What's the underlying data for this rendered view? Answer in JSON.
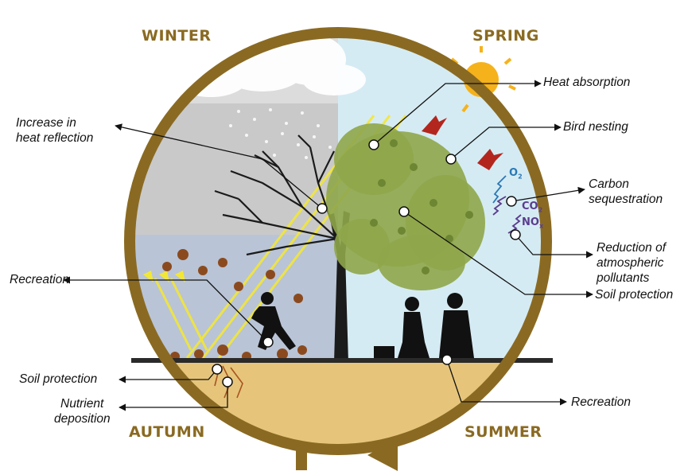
{
  "seasons": {
    "winter": "WINTER",
    "spring": "SPRING",
    "autumn": "AUTUMN",
    "summer": "SUMMER"
  },
  "labels": {
    "heat_absorption": "Heat absorption",
    "increase_reflection_1": "Increase in",
    "increase_reflection_2": "heat reflection",
    "bird_nesting": "Bird nesting",
    "carbon_seq_1": "Carbon",
    "carbon_seq_2": "sequestration",
    "reduction_1": "Reduction of",
    "reduction_2": "atmospheric",
    "reduction_3": "pollutants",
    "recreation_left": "Recreation",
    "soil_protection_right": "Soil protection",
    "soil_protection_left": "Soil protection",
    "nutrient_1": "Nutrient",
    "nutrient_2": "deposition",
    "recreation_right": "Recreation"
  },
  "gases": {
    "o2": "O",
    "o2_sub": "2",
    "co2": "CO",
    "co2_sub": "2",
    "nox": "NO",
    "nox_sub": "x"
  },
  "colors": {
    "ring": "#8a6a22",
    "winter_sky": "#c9c9c9",
    "spring_sky": "#d5ebf3",
    "autumn_sky": "#b9c4d6",
    "ground": "#e6c57b",
    "leaf_green": "#8fa64a",
    "leaf_autumn": "#8b4a1e",
    "sun": "#f6b21b",
    "bird": "#b3261e",
    "rays": "#f3e736",
    "o2": "#2a78b5",
    "co2": "#5a3c8e"
  }
}
